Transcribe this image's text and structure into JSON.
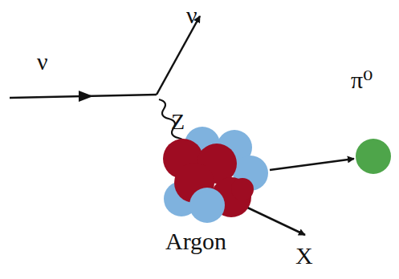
{
  "diagram": {
    "nodes": [
      {
        "text": [
          "Argon"
        ]
      },
      {
        "text": [
          "π⁰"
        ]
      }
    ],
    "edges": [
      {
        "from": 0,
        "to": 1,
        "arrow": "to"
      }
    ],
    "labels": [
      "ν",
      "ν",
      "Z",
      "X"
    ]
  }
}
